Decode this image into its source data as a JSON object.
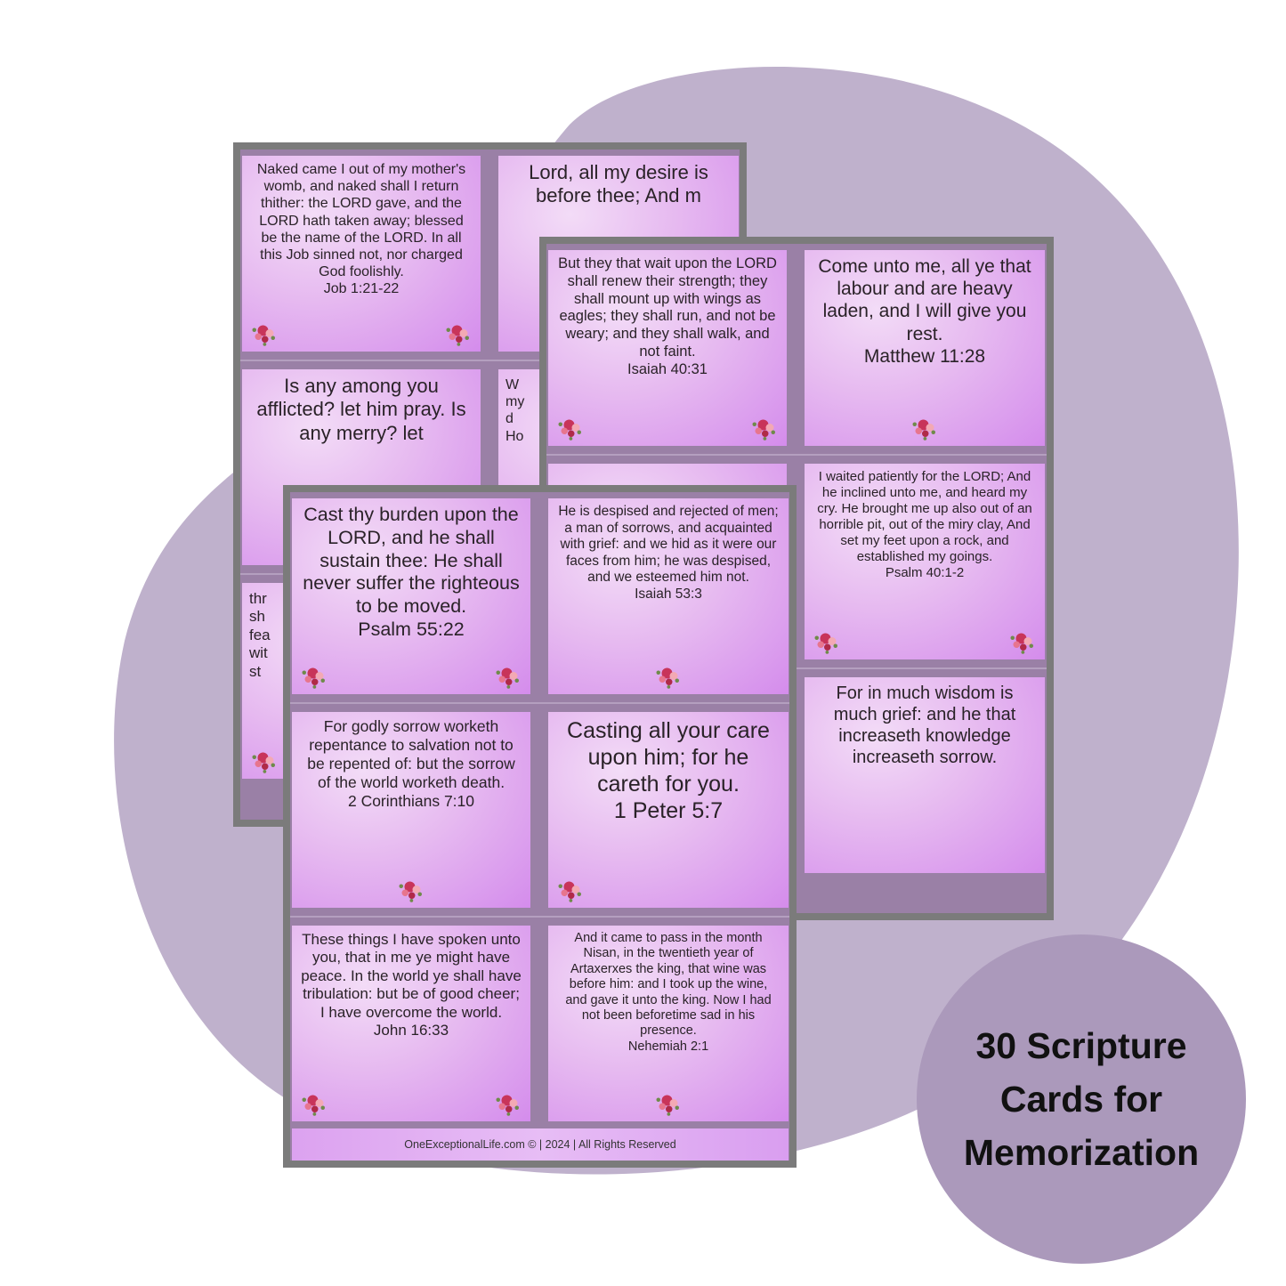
{
  "colors": {
    "blob": "#bfb1cc",
    "sheet_frame": "#7b7b7b",
    "sheet_bg": "#9a80a6",
    "badge": "#ab99bb",
    "card_light": "#f3dcf7",
    "card_dark": "#d48cec"
  },
  "badge": {
    "text": "30 Scripture\nCards for\nMemorization"
  },
  "sheets": [
    {
      "id": "back",
      "footer": "",
      "cards": [
        {
          "text": "Naked came I out of my mother's womb, and naked shall I return thither: the LORD gave, and the LORD hath taken away; blessed be the name of the LORD. In all this Job sinned not, nor charged God foolishly.",
          "ref": "Job 1:21-22",
          "size": 16,
          "flowers": "two"
        },
        {
          "text": "Lord, all my desire is before thee; And m",
          "ref": "",
          "size": 22,
          "flowers": "none"
        },
        {
          "text": "Is any among you afflicted? let him pray. Is any merry? let",
          "ref": "",
          "size": 22,
          "flowers": "none"
        },
        {
          "text": "W\nmy\nd\nHo",
          "ref": "",
          "size": 16,
          "flowers": "none"
        },
        {
          "text": "thr\nsh\nfea\nwit\nst",
          "ref": "",
          "size": 17,
          "flowers": "left"
        },
        {
          "text": "",
          "ref": "",
          "size": 16,
          "flowers": "none"
        }
      ]
    },
    {
      "id": "middle",
      "footer": "",
      "cards": [
        {
          "text": "But they that wait upon the LORD shall renew their strength; they shall mount up with wings as eagles; they shall run, and not be weary; and they shall walk, and not faint.",
          "ref": "Isaiah 40:31",
          "size": 16.5,
          "flowers": "two"
        },
        {
          "text": "Come unto me, all ye that labour and are heavy laden, and I will give you rest.",
          "ref": "Matthew 11:28",
          "size": 21,
          "flowers": "center"
        },
        {
          "text": "I waited patiently for the LORD; And he inclined unto me, and heard my cry. He brought me up also out of an horrible pit, out of the miry clay, And set my feet upon a rock, and established my goings.",
          "ref": "Psalm 40:1-2",
          "size": 15,
          "flowers": "two"
        },
        {
          "text": "For in much wisdom is much grief: and he that increaseth knowledge increaseth sorrow.",
          "ref": "",
          "size": 20,
          "flowers": "none"
        },
        {
          "text": "",
          "ref": "",
          "size": 16,
          "flowers": "none"
        },
        {
          "text": "",
          "ref": "",
          "size": 16,
          "flowers": "none"
        }
      ]
    },
    {
      "id": "front",
      "footer": "OneExceptionalLife.com ©  | 2024 | All Rights Reserved",
      "cards": [
        {
          "text": "Cast thy burden upon the LORD, and he shall sustain thee: He shall never suffer the righteous to be moved.",
          "ref": "Psalm 55:22",
          "size": 21.5,
          "flowers": "two"
        },
        {
          "text": "He is despised and rejected of men; a man of sorrows, and acquainted with grief: and we hid as it were our faces from him; he was despised, and we esteemed him not.",
          "ref": "Isaiah 53:3",
          "size": 15.5,
          "flowers": "center"
        },
        {
          "text": "For godly sorrow worketh repentance to salvation not to be repented of: but the sorrow of the world worketh death.",
          "ref": "2 Corinthians 7:10",
          "size": 17.5,
          "flowers": "center"
        },
        {
          "text": "Casting all your care upon him; for he careth for you.",
          "ref": "1 Peter 5:7",
          "size": 25,
          "flowers": "left"
        },
        {
          "text": "These things I have spoken unto you, that in me ye might have peace. In the world ye shall have tribulation: but be of good cheer; I have overcome the world.",
          "ref": "John 16:33",
          "size": 17,
          "flowers": "two"
        },
        {
          "text": "And it came to pass in the month Nisan, in the twentieth year of Artaxerxes the king, that wine was before him: and I took up the wine, and gave it unto the king. Now I had not been beforetime sad in his presence.",
          "ref": "Nehemiah 2:1",
          "size": 14.5,
          "flowers": "center"
        }
      ]
    }
  ]
}
